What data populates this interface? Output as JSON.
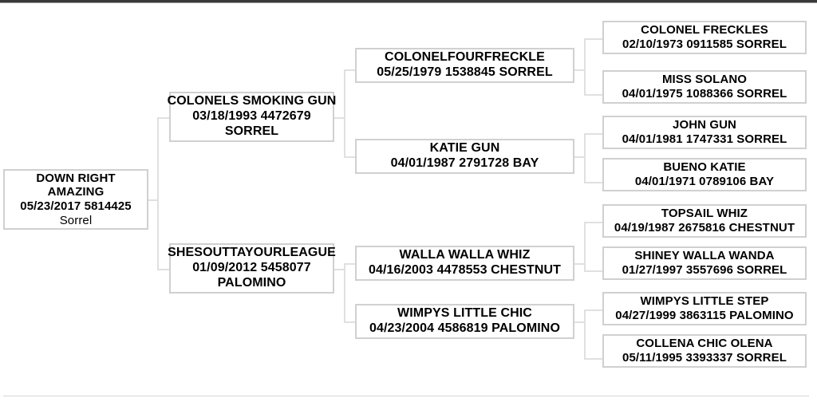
{
  "chart": {
    "type": "pedigree-tree",
    "title": "",
    "generations": 4,
    "line_color": "#e0e0e0",
    "box_border_color": "#d0d0d0",
    "background_color": "#ffffff"
  },
  "nodes": {
    "gen1": {
      "subject": {
        "name_line1": "DOWN RIGHT",
        "name_line2": "AMAZING",
        "details": "05/23/2017 5814425",
        "color": "Sorrel"
      }
    },
    "gen2": {
      "sire": {
        "name": "COLONELS SMOKING GUN",
        "details": "03/18/1993 4472679",
        "color": "SORREL"
      },
      "dam": {
        "name": "SHESOUTTAYOURLEAGUE",
        "details": "01/09/2012 5458077",
        "color": "PALOMINO"
      }
    },
    "gen3": {
      "sire_sire": {
        "name": "COLONELFOURFRECKLE",
        "details": "05/25/1979 1538845 SORREL"
      },
      "sire_dam": {
        "name": "KATIE GUN",
        "details": "04/01/1987 2791728 BAY"
      },
      "dam_sire": {
        "name": "WALLA WALLA WHIZ",
        "details": "04/16/2003 4478553 CHESTNUT"
      },
      "dam_dam": {
        "name": "WIMPYS LITTLE CHIC",
        "details": "04/23/2004 4586819 PALOMINO"
      }
    },
    "gen4": {
      "n1": {
        "name": "COLONEL FRECKLES",
        "details": "02/10/1973 0911585 SORREL"
      },
      "n2": {
        "name": "MISS SOLANO",
        "details": "04/01/1975 1088366 SORREL"
      },
      "n3": {
        "name": "JOHN GUN",
        "details": "04/01/1981 1747331 SORREL"
      },
      "n4": {
        "name": "BUENO KATIE",
        "details": "04/01/1971 0789106 BAY"
      },
      "n5": {
        "name": "TOPSAIL WHIZ",
        "details": "04/19/1987 2675816 CHESTNUT"
      },
      "n6": {
        "name": "SHINEY WALLA WANDA",
        "details": "01/27/1997 3557696 SORREL"
      },
      "n7": {
        "name": "WIMPYS LITTLE STEP",
        "details": "04/27/1999 3863115 PALOMINO"
      },
      "n8": {
        "name": "COLLENA CHIC OLENA",
        "details": "05/11/1995 3393337 SORREL"
      }
    }
  }
}
